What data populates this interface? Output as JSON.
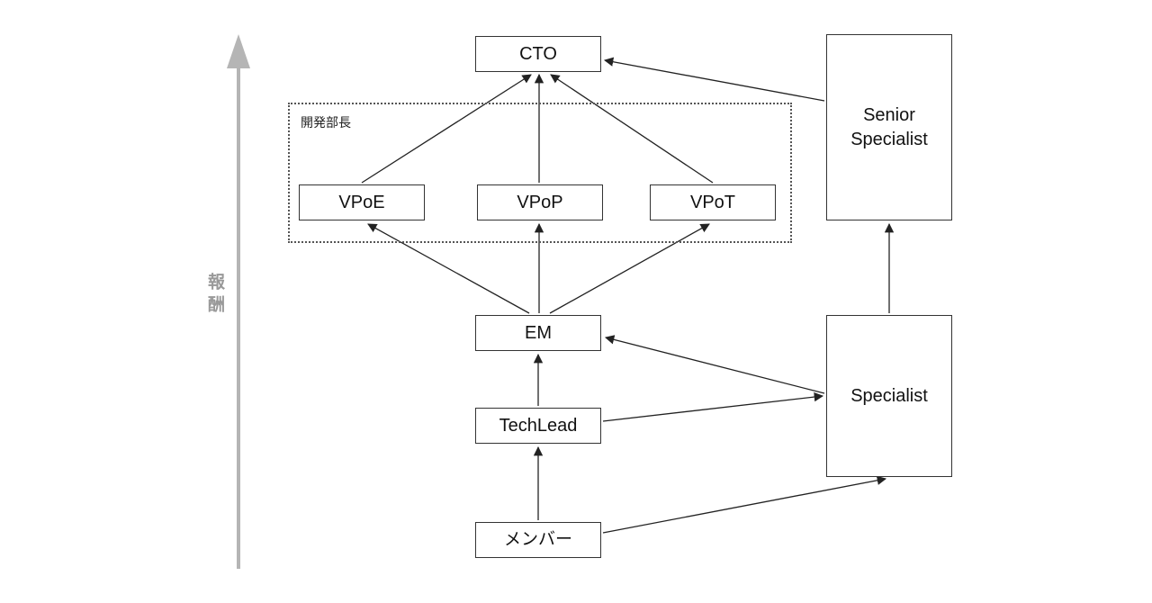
{
  "diagram": {
    "axis": {
      "label": "報酬"
    },
    "group": {
      "label": "開発部長"
    },
    "nodes": {
      "cto": {
        "label": "CTO"
      },
      "senior_specialist": {
        "lines": [
          "Senior",
          "Specialist"
        ]
      },
      "vpoe": {
        "label": "VPoE"
      },
      "vpop": {
        "label": "VPoP"
      },
      "vpot": {
        "label": "VPoT"
      },
      "em": {
        "label": "EM"
      },
      "specialist": {
        "label": "Specialist"
      },
      "techlead": {
        "label": "TechLead"
      },
      "member": {
        "label": "メンバー"
      }
    },
    "edges": [
      {
        "from": "VPoE",
        "to": "CTO"
      },
      {
        "from": "VPoP",
        "to": "CTO"
      },
      {
        "from": "VPoT",
        "to": "CTO"
      },
      {
        "from": "Senior Specialist",
        "to": "CTO"
      },
      {
        "from": "EM",
        "to": "VPoE"
      },
      {
        "from": "EM",
        "to": "VPoP"
      },
      {
        "from": "EM",
        "to": "VPoT"
      },
      {
        "from": "Specialist",
        "to": "EM"
      },
      {
        "from": "Specialist",
        "to": "Senior Specialist"
      },
      {
        "from": "TechLead",
        "to": "EM"
      },
      {
        "from": "TechLead",
        "to": "Specialist"
      },
      {
        "from": "メンバー",
        "to": "TechLead"
      },
      {
        "from": "メンバー",
        "to": "Specialist"
      }
    ],
    "colors": {
      "box_border": "#333333",
      "arrow": "#222222",
      "group_border": "#555555",
      "axis_arrow": "#b5b5b5",
      "axis_text": "#999999"
    }
  }
}
